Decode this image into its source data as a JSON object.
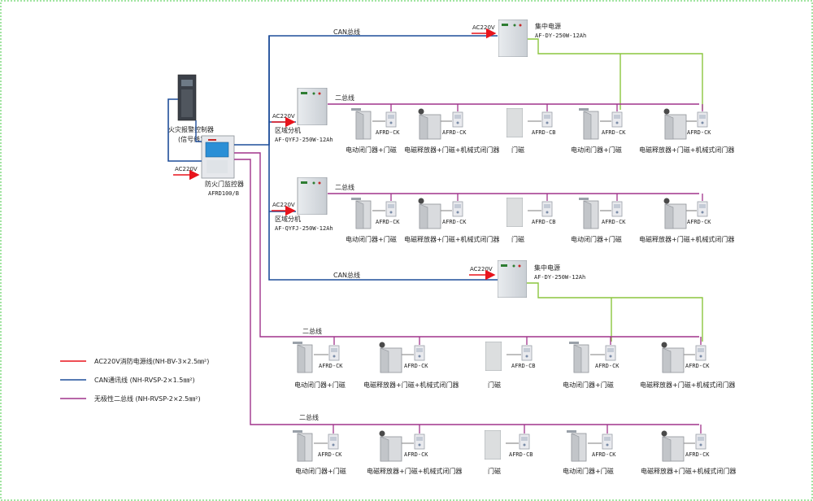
{
  "colors": {
    "ac220v": "#e8141c",
    "can": "#1f4e9a",
    "bus2": "#a0348c",
    "power": "#8cc63f",
    "border": "#46c846"
  },
  "legend": {
    "ac220v": "AC220V消防电源线(NH-BV-3×2.5㎜²)",
    "can": "CAN通讯线 (NH-RVSP-2×1.5㎜²)",
    "bus2": "无极性二总线 (NH-RVSP-2×2.5㎜²)"
  },
  "controller": {
    "fire_alarm": "火灾报警控制器",
    "signal": "(信号线)",
    "name": "防火门监控器",
    "model": "AFRD100/B",
    "ac": "AC220V"
  },
  "labels": {
    "can_bus": "CAN总线",
    "bus2": "二总线",
    "ac220v": "AC220V",
    "psu_name": "集中电源",
    "psu_model": "AF-DY-250W-12Ah",
    "branch_name": "区域分机",
    "branch_model": "AF-QYFJ-250W-12Ah"
  },
  "devices": {
    "ck": "AFRD-CK",
    "cb": "AFRD-CB"
  },
  "captions": {
    "door_closer": "电动闭门器+门磁",
    "electromagnetic": "电磁释放器+门磁+机械式闭门器",
    "magnet": "门磁"
  }
}
